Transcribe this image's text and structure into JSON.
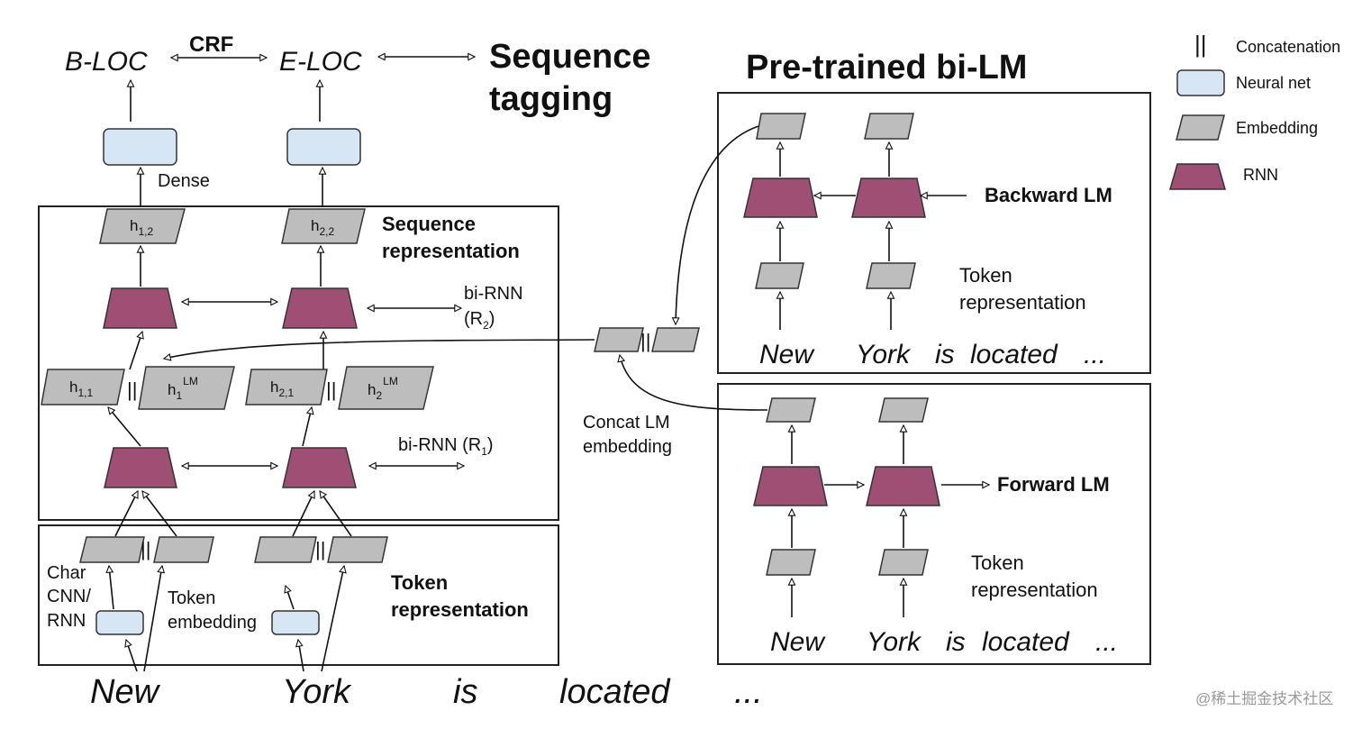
{
  "labels": {
    "b_loc": "B-LOC",
    "crf": "CRF",
    "e_loc": "E-LOC",
    "sequence_tagging_line1": "Sequence",
    "sequence_tagging_line2": "tagging",
    "pretrained": "Pre-trained bi-LM",
    "dense": "Dense",
    "seqrep_line1": "Sequence",
    "seqrep_line2": "representation",
    "birnn_r2": "bi-RNN",
    "r2": "(R",
    "r2_sub": "2",
    "r2_close": ")",
    "birnn_r1": "bi-RNN (R",
    "r1_sub": "1",
    "r1_close": ")",
    "concat_line1": "Concat LM",
    "concat_line2": "embedding",
    "char_line1": "Char",
    "char_line2": "CNN/",
    "char_line3": "RNN",
    "tokemb_line1": "Token",
    "tokemb_line2": "embedding",
    "tokrep_line1": "Token",
    "tokrep_line2": "representation",
    "backward_lm": "Backward LM",
    "forward_lm": "Forward LM",
    "bw_tokrep_line1": "Token",
    "bw_tokrep_line2": "representation",
    "fw_tokrep_line1": "Token",
    "fw_tokrep_line2": "representation",
    "concat_symbol": "||"
  },
  "subscripts": {
    "h12": {
      "base": "h",
      "sub": "1,2"
    },
    "h22": {
      "base": "h",
      "sub": "2,2"
    },
    "h11": {
      "base": "h",
      "sub": "1,1"
    },
    "h1lm": {
      "base": "h",
      "sub": "1",
      "sup": "LM"
    },
    "h21": {
      "base": "h",
      "sub": "2,1"
    },
    "h2lm": {
      "base": "h",
      "sub": "2",
      "sup": "LM"
    }
  },
  "bottom_words": [
    "New",
    "York",
    "is",
    "located",
    "..."
  ],
  "bw_words": [
    "New",
    "York",
    "is",
    "located",
    "..."
  ],
  "fw_words": [
    "New",
    "York",
    "is",
    "located",
    "..."
  ],
  "legend": [
    {
      "label": "Concatenation",
      "icon": "concatenation-symbol"
    },
    {
      "label": "Neural net",
      "icon": "neural-net-box"
    },
    {
      "label": "Embedding",
      "icon": "embedding-parallelogram"
    },
    {
      "label": "RNN",
      "icon": "rnn-trapezoid"
    }
  ],
  "watermark": "@稀土掘金技术社区",
  "colors": {
    "neural_net": "#d7e6f5",
    "embedding": "#bdbdbd",
    "rnn": "#a04f74"
  }
}
